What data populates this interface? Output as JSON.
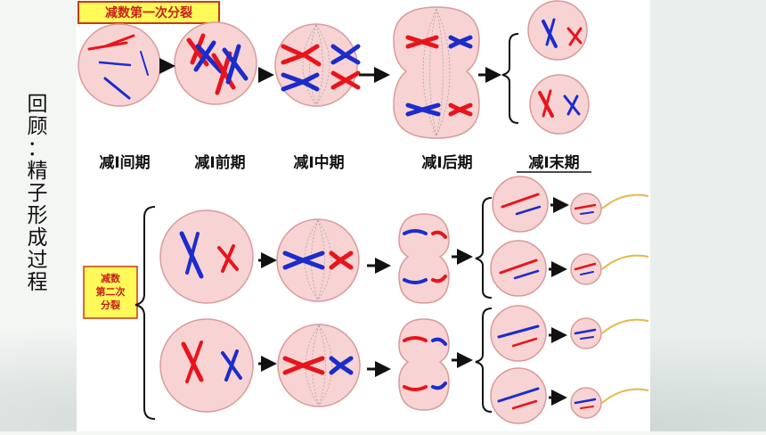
{
  "side_title": [
    "回",
    "顾",
    "：",
    "精",
    "子",
    "形",
    "成",
    "过",
    "程"
  ],
  "meiosis1": {
    "label": "减数第一次分裂",
    "stages": [
      "减I间期",
      "减I前期",
      "减I中期",
      "减I后期",
      "减I末期"
    ]
  },
  "meiosis2": {
    "label_lines": [
      "减数",
      "第二次",
      "分裂"
    ]
  },
  "colors": {
    "cell_fill": "#f7d3d3",
    "cell_stroke": "#e0a8a8",
    "chrom_red": "#e8141c",
    "chrom_blue": "#1c2ccc",
    "label_box_fill": "#fff95a",
    "label_box_stroke": "#c83a10",
    "label_text": "#c8201a"
  }
}
